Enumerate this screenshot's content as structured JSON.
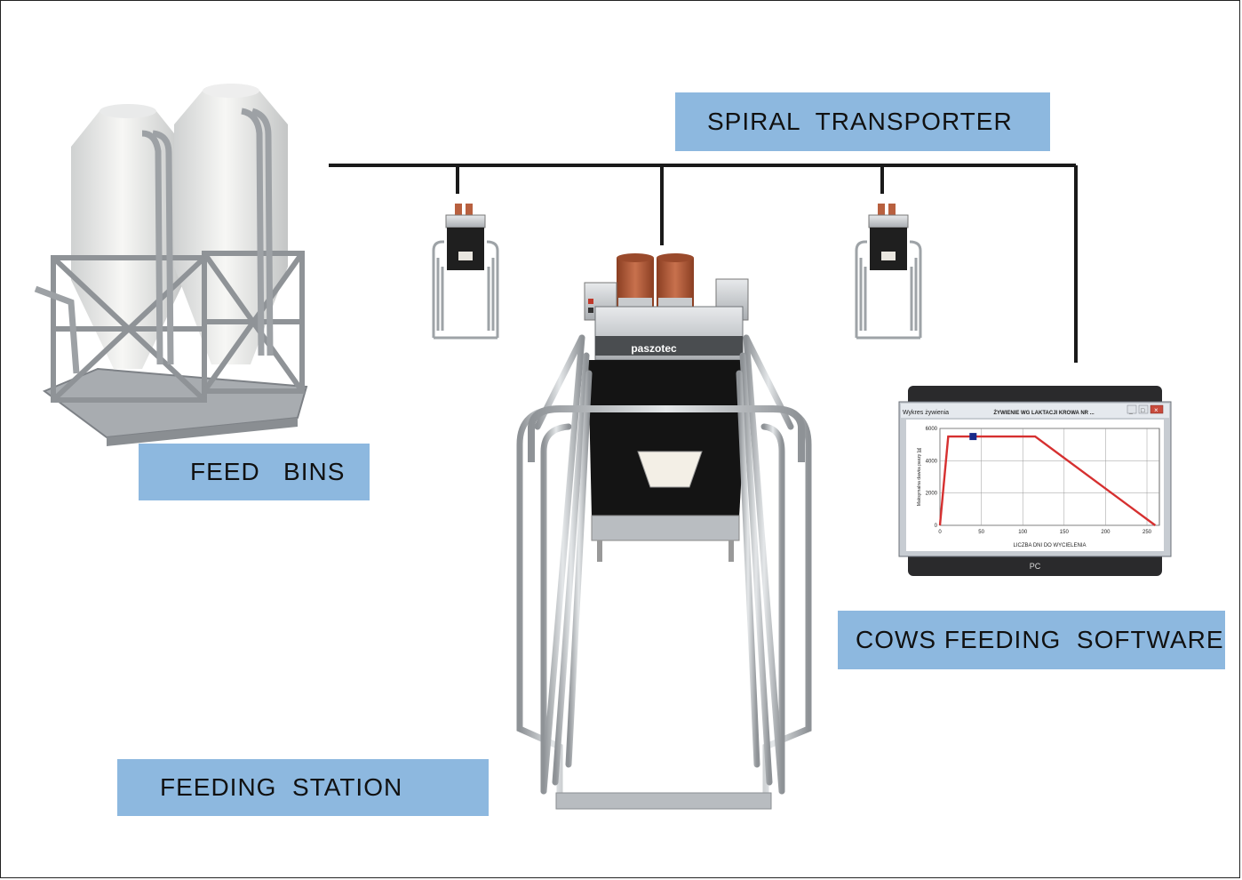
{
  "labels": {
    "spiral_transporter": "SPIRAL  TRANSPORTER",
    "feed_bins": "FEED   BINS",
    "cows_feeding_software": "COWS FEEDING  SOFTWARE",
    "feeding_station": "FEEDING  STATION"
  },
  "station": {
    "brand": "paszotec"
  },
  "pc": {
    "caption": "PC",
    "window_title": "Wykres żywienia",
    "chart_title": "ŻYWIENIE WG LAKTACJI KROWA NR ...",
    "window_buttons": [
      "_",
      "□",
      "×"
    ],
    "chart_data": {
      "type": "line",
      "title": "",
      "xlabel": "LICZBA  DNI  DO  WYCIELENIA",
      "ylabel": "Maksymalna dawka paszy [g]",
      "x_ticks": [
        "0",
        "50",
        "100",
        "150",
        "200",
        "250"
      ],
      "y_ticks": [
        "0",
        "2000",
        "4000",
        "6000"
      ],
      "xlim": [
        0,
        265
      ],
      "ylim": [
        0,
        6000
      ],
      "grid": true,
      "series": [
        {
          "color": "#d63030",
          "x": [
            0,
            10,
            115,
            260
          ],
          "y": [
            0,
            5500,
            5500,
            0
          ]
        }
      ],
      "marker": {
        "x": 40,
        "y": 5500,
        "color": "#1a2a8a"
      }
    }
  },
  "colors": {
    "label_bg": "#8db8df",
    "pipe": "#1a1a1a",
    "chart_line": "#d63030",
    "marker": "#1a2a8a",
    "tube": "#b8603f"
  }
}
